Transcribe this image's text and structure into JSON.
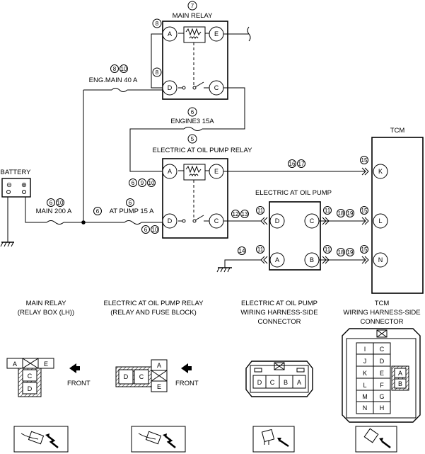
{
  "main_relay": {
    "title": "MAIN RELAY",
    "ref": "7",
    "terminal_a_ref": "8",
    "terminal_d_ref": "8",
    "fuse_label": "ENG.MAIN 40 A",
    "fuse_refs": [
      "8",
      "10"
    ]
  },
  "engine3": {
    "label": "ENGINE3 15A",
    "top_ref": "6",
    "bottom_ref": "5"
  },
  "at_pump_relay": {
    "title": "ELECTRIC AT OIL PUMP RELAY",
    "a_refs": [
      "6",
      "9",
      "10"
    ],
    "d_refs": [
      "6",
      "10"
    ],
    "out_refs": [
      "12",
      "13"
    ],
    "e_refs": [
      "16",
      "17"
    ]
  },
  "battery": {
    "label": "BATTERY",
    "minus": "⊖",
    "plus": "⊕"
  },
  "main_fuse": {
    "label": "MAIN 200 A",
    "refs": [
      "6",
      "10"
    ]
  },
  "at_fuse": {
    "label": "AT PUMP 15 A",
    "ref": "6",
    "left_ref": "6"
  },
  "oil_pump": {
    "title": "ELECTRIC AT OIL PUMP",
    "left_ref": "11",
    "right_ref": "11",
    "right_refs_top": [
      "18",
      "19"
    ],
    "right_refs_bottom": [
      "18",
      "19"
    ],
    "ground_ref": "14"
  },
  "tcm": {
    "title": "TCM",
    "k_ref": "15",
    "l_ref": "15",
    "n_ref": "15"
  },
  "pins": {
    "a": "A",
    "b": "B",
    "c": "C",
    "d": "D",
    "e": "E",
    "k": "K",
    "l": "L",
    "n": "N"
  },
  "views": {
    "main_relay": {
      "line1": "MAIN RELAY",
      "line2": "(RELAY BOX (LH))",
      "front": "FRONT"
    },
    "pump_relay": {
      "line1": "ELECTRIC AT OIL PUMP RELAY",
      "line2": "(RELAY AND FUSE BLOCK)",
      "front": "FRONT"
    },
    "pump_conn": {
      "line1": "ELECTRIC AT OIL PUMP",
      "line2": "WIRING HARNESS-SIDE",
      "line3": "CONNECTOR"
    },
    "tcm_conn": {
      "line1": "TCM",
      "line2": "WIRING HARNESS-SIDE",
      "line3": "CONNECTOR",
      "left_col": [
        "I",
        "J",
        "K",
        "L",
        "M",
        "N"
      ],
      "right_col": [
        "C",
        "D",
        "E",
        "F",
        "G",
        "H"
      ],
      "side": [
        "A",
        "B"
      ]
    }
  }
}
